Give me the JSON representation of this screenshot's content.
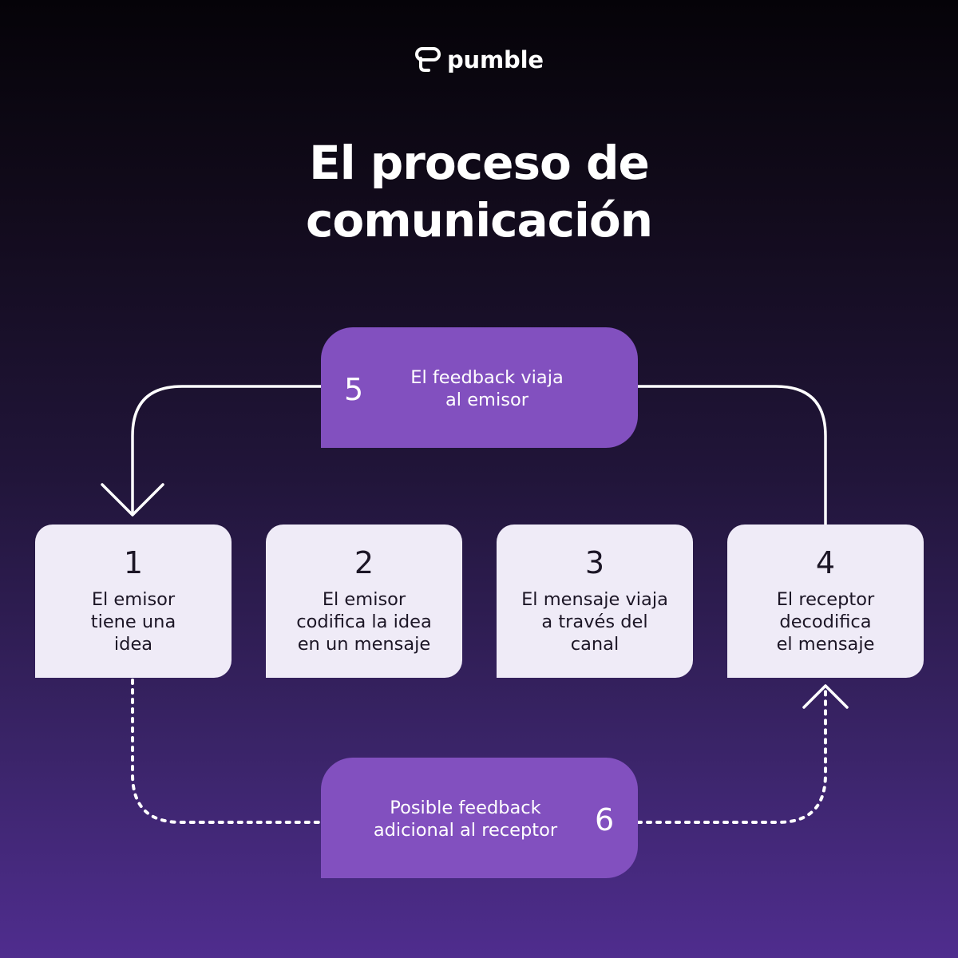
{
  "brand": {
    "name": "pumble",
    "icon": "pumble-logo-icon"
  },
  "title": {
    "line1": "El proceso de",
    "line2": "comunicación"
  },
  "steps": [
    {
      "number": "1",
      "text": "El emisor\ntiene una\nidea"
    },
    {
      "number": "2",
      "text": "El emisor\ncodifica la idea\nen un mensaje"
    },
    {
      "number": "3",
      "text": "El mensaje viaja\na través del\ncanal"
    },
    {
      "number": "4",
      "text": "El receptor\ndecodifica\nel mensaje"
    }
  ],
  "feedback": [
    {
      "number": "5",
      "text": "El feedback viaja\nal emisor"
    },
    {
      "number": "6",
      "text": "Posible feedback\nadicional al receptor"
    }
  ],
  "colors": {
    "background_top": "#050308",
    "background_bottom": "#4f2d8e",
    "step_box": "#efebf7",
    "feedback_box": "#8250bf",
    "connector": "#ffffff"
  }
}
